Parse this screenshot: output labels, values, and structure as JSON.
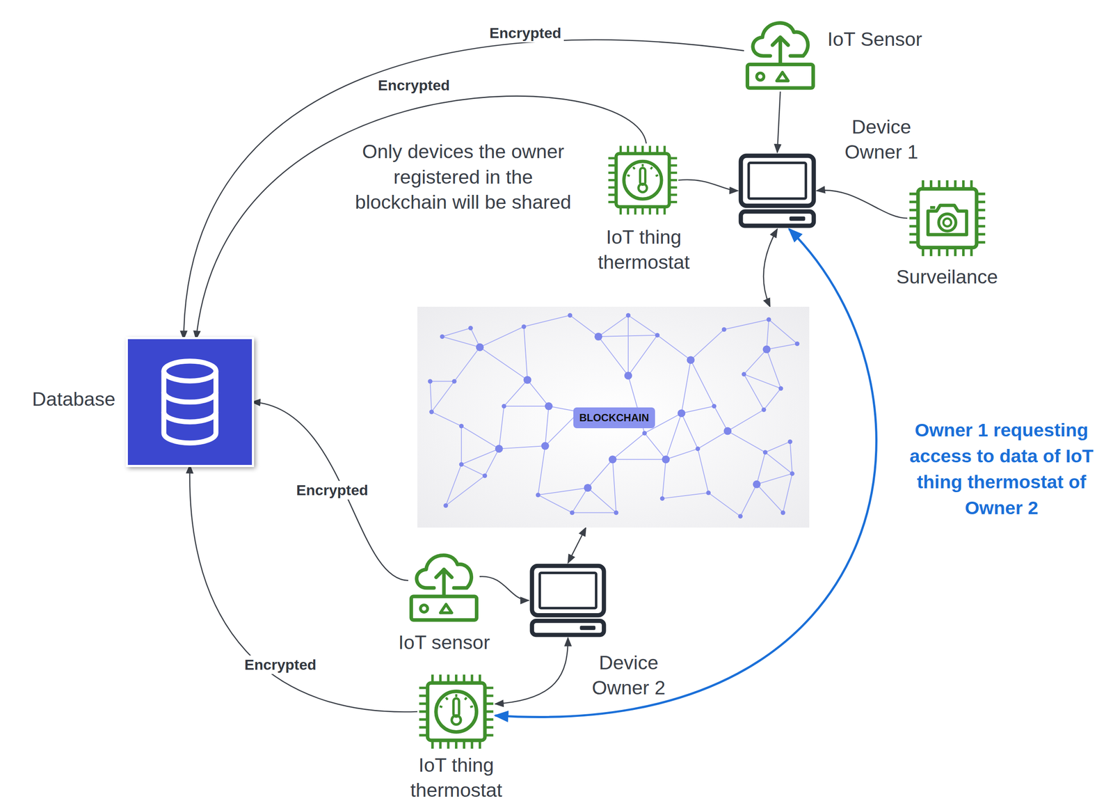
{
  "diagram": {
    "nodes": [
      {
        "text": [
          "IoT Sensor"
        ]
      },
      {
        "text": [
          "IoT thing thermostat"
        ]
      },
      {
        "text": [
          "Device Owner 1"
        ]
      },
      {
        "text": [
          "Surveilance"
        ]
      },
      {
        "text": [
          "Database"
        ]
      },
      {
        "text": [
          "BLOCKCHAIN"
        ]
      },
      {
        "text": [
          "IoT sensor"
        ]
      },
      {
        "text": [
          "Device Owner 2"
        ]
      },
      {
        "text": [
          "IoT thing thermostat"
        ]
      }
    ],
    "edges": [
      {
        "from": 0,
        "to": 4,
        "arrow": "to",
        "label": "Encrypted"
      },
      {
        "from": 1,
        "to": 4,
        "arrow": "to",
        "label": "Encrypted"
      },
      {
        "from": 0,
        "to": 2,
        "arrow": "to"
      },
      {
        "from": 1,
        "to": 2,
        "arrow": "to"
      },
      {
        "from": 3,
        "to": 2,
        "arrow": "to"
      },
      {
        "from": 2,
        "to": 5,
        "arrow": "both"
      },
      {
        "from": 5,
        "to": 7,
        "arrow": "both"
      },
      {
        "from": 6,
        "to": 4,
        "arrow": "to",
        "label": "Encrypted"
      },
      {
        "from": 6,
        "to": 7,
        "arrow": "to"
      },
      {
        "from": 8,
        "to": 4,
        "arrow": "to",
        "label": "Encrypted"
      },
      {
        "from": 8,
        "to": 7,
        "arrow": "both"
      },
      {
        "from": 2,
        "to": 8,
        "arrow": "both",
        "label": "Owner 1 requesting access to data of IoT thing thermostat of Owner 2"
      }
    ],
    "labels": [
      "Only devices the owner registered in the blockchain will be shared"
    ]
  }
}
